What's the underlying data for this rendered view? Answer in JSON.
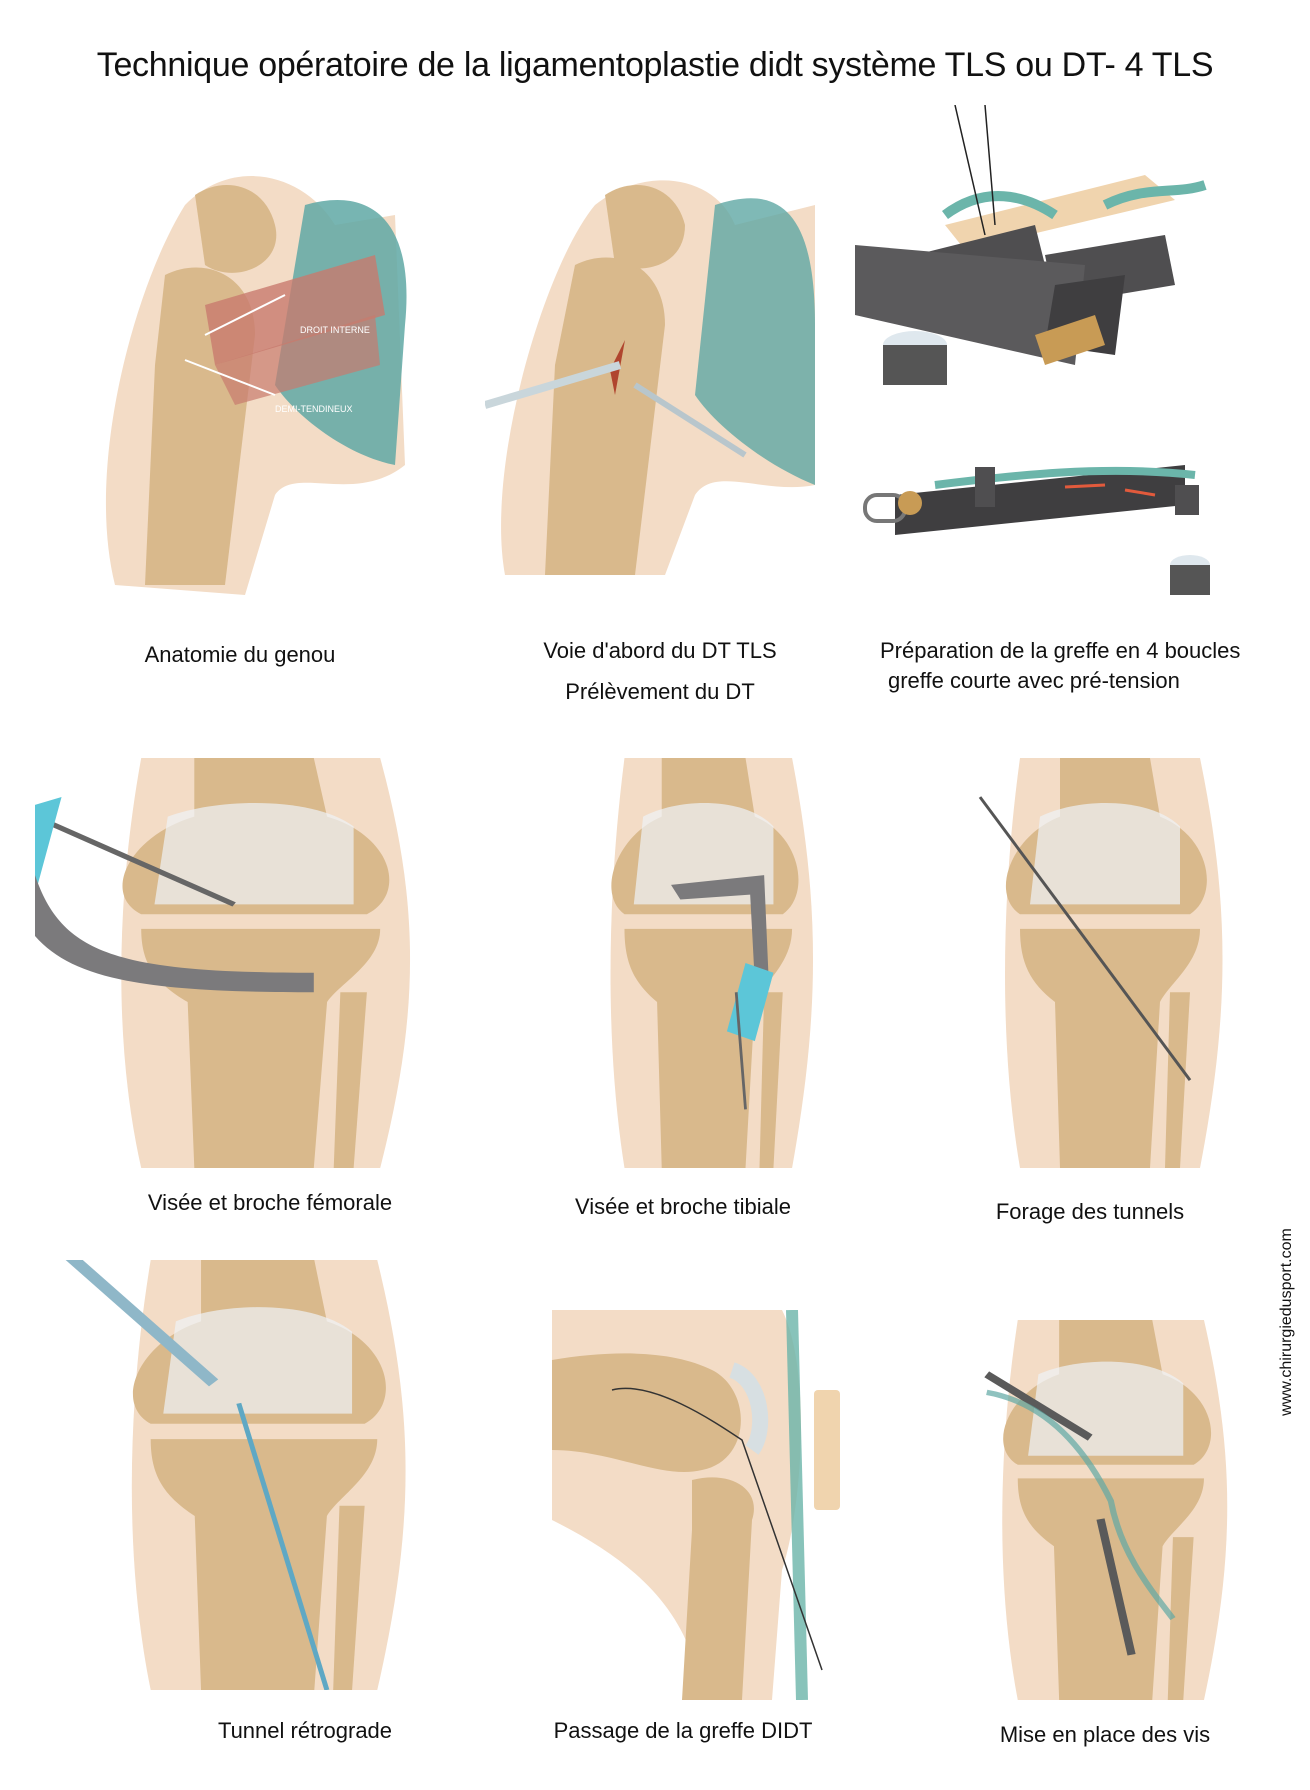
{
  "title": "Technique opératoire de la ligamentoplastie didt système TLS ou DT- 4 TLS",
  "watermark": "www.chirurgiedusport.com",
  "panels": [
    {
      "caption": [
        "Anatomie du genou"
      ],
      "labels": [
        "DROIT INTERNE",
        "DEMI-TENDINEUX"
      ]
    },
    {
      "caption": [
        "Voie d'abord du DT TLS",
        "Prélèvement du DT"
      ]
    },
    {
      "caption": [
        "Préparation de la greffe en 4 boucles",
        "greffe courte avec pré-tension"
      ]
    },
    {
      "caption": [
        "Visée et broche fémorale"
      ]
    },
    {
      "caption": [
        "Visée et broche tibiale"
      ]
    },
    {
      "caption": [
        "Forage des tunnels"
      ]
    },
    {
      "caption": [
        "Tunnel rétrograde"
      ]
    },
    {
      "caption": [
        "Passage de la greffe DIDT"
      ]
    },
    {
      "caption": [
        "Mise en place des vis"
      ]
    }
  ],
  "colors": {
    "skin": "#f3dcc6",
    "bone": "#d9b98c",
    "muscle": "#c87a6e",
    "tendon_sheath": "#5fa8a4",
    "guide": "#5cc6d8",
    "instrument": "#7b7a7c"
  }
}
